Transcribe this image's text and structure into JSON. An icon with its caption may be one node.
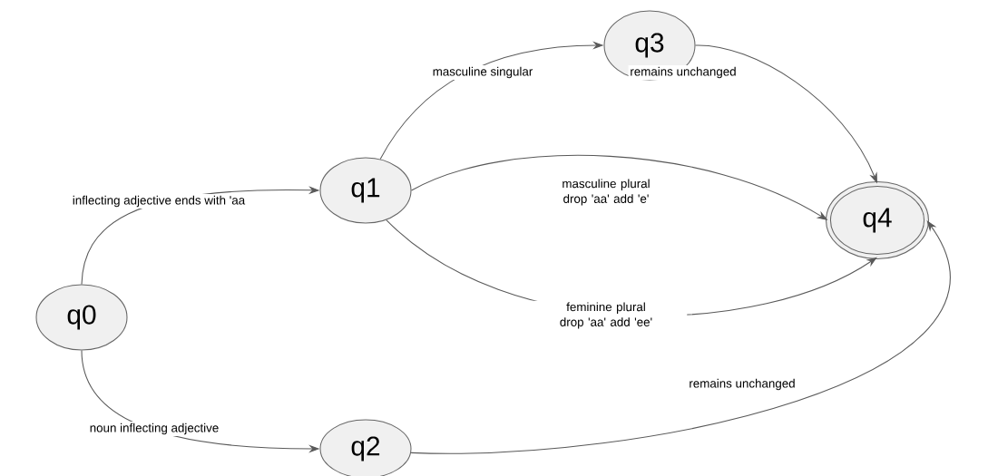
{
  "diagram": {
    "nodes": [
      {
        "text": [
          "q0"
        ]
      },
      {
        "text": [
          "q1"
        ]
      },
      {
        "text": [
          "q2"
        ]
      },
      {
        "text": [
          "q3"
        ]
      },
      {
        "text": [
          "q4"
        ]
      }
    ],
    "edges": [
      {
        "from": 0,
        "to": 1,
        "arrow": "to",
        "label": "inflecting adjective ends with 'aa"
      },
      {
        "from": 1,
        "to": 3,
        "arrow": "to",
        "label": "masculine singular"
      },
      {
        "from": 3,
        "to": 4,
        "arrow": "to",
        "label": "remains unchanged"
      },
      {
        "from": 1,
        "to": 4,
        "arrow": "to",
        "label": "masculine plural drop 'aa' add 'e'"
      },
      {
        "from": 1,
        "to": 4,
        "arrow": "to",
        "label": "feminine plural drop 'aa' add 'ee'"
      },
      {
        "from": 0,
        "to": 2,
        "arrow": "to",
        "label": "noun inflecting adjective"
      },
      {
        "from": 2,
        "to": 4,
        "arrow": "to",
        "label": "remains unchanged"
      }
    ]
  }
}
